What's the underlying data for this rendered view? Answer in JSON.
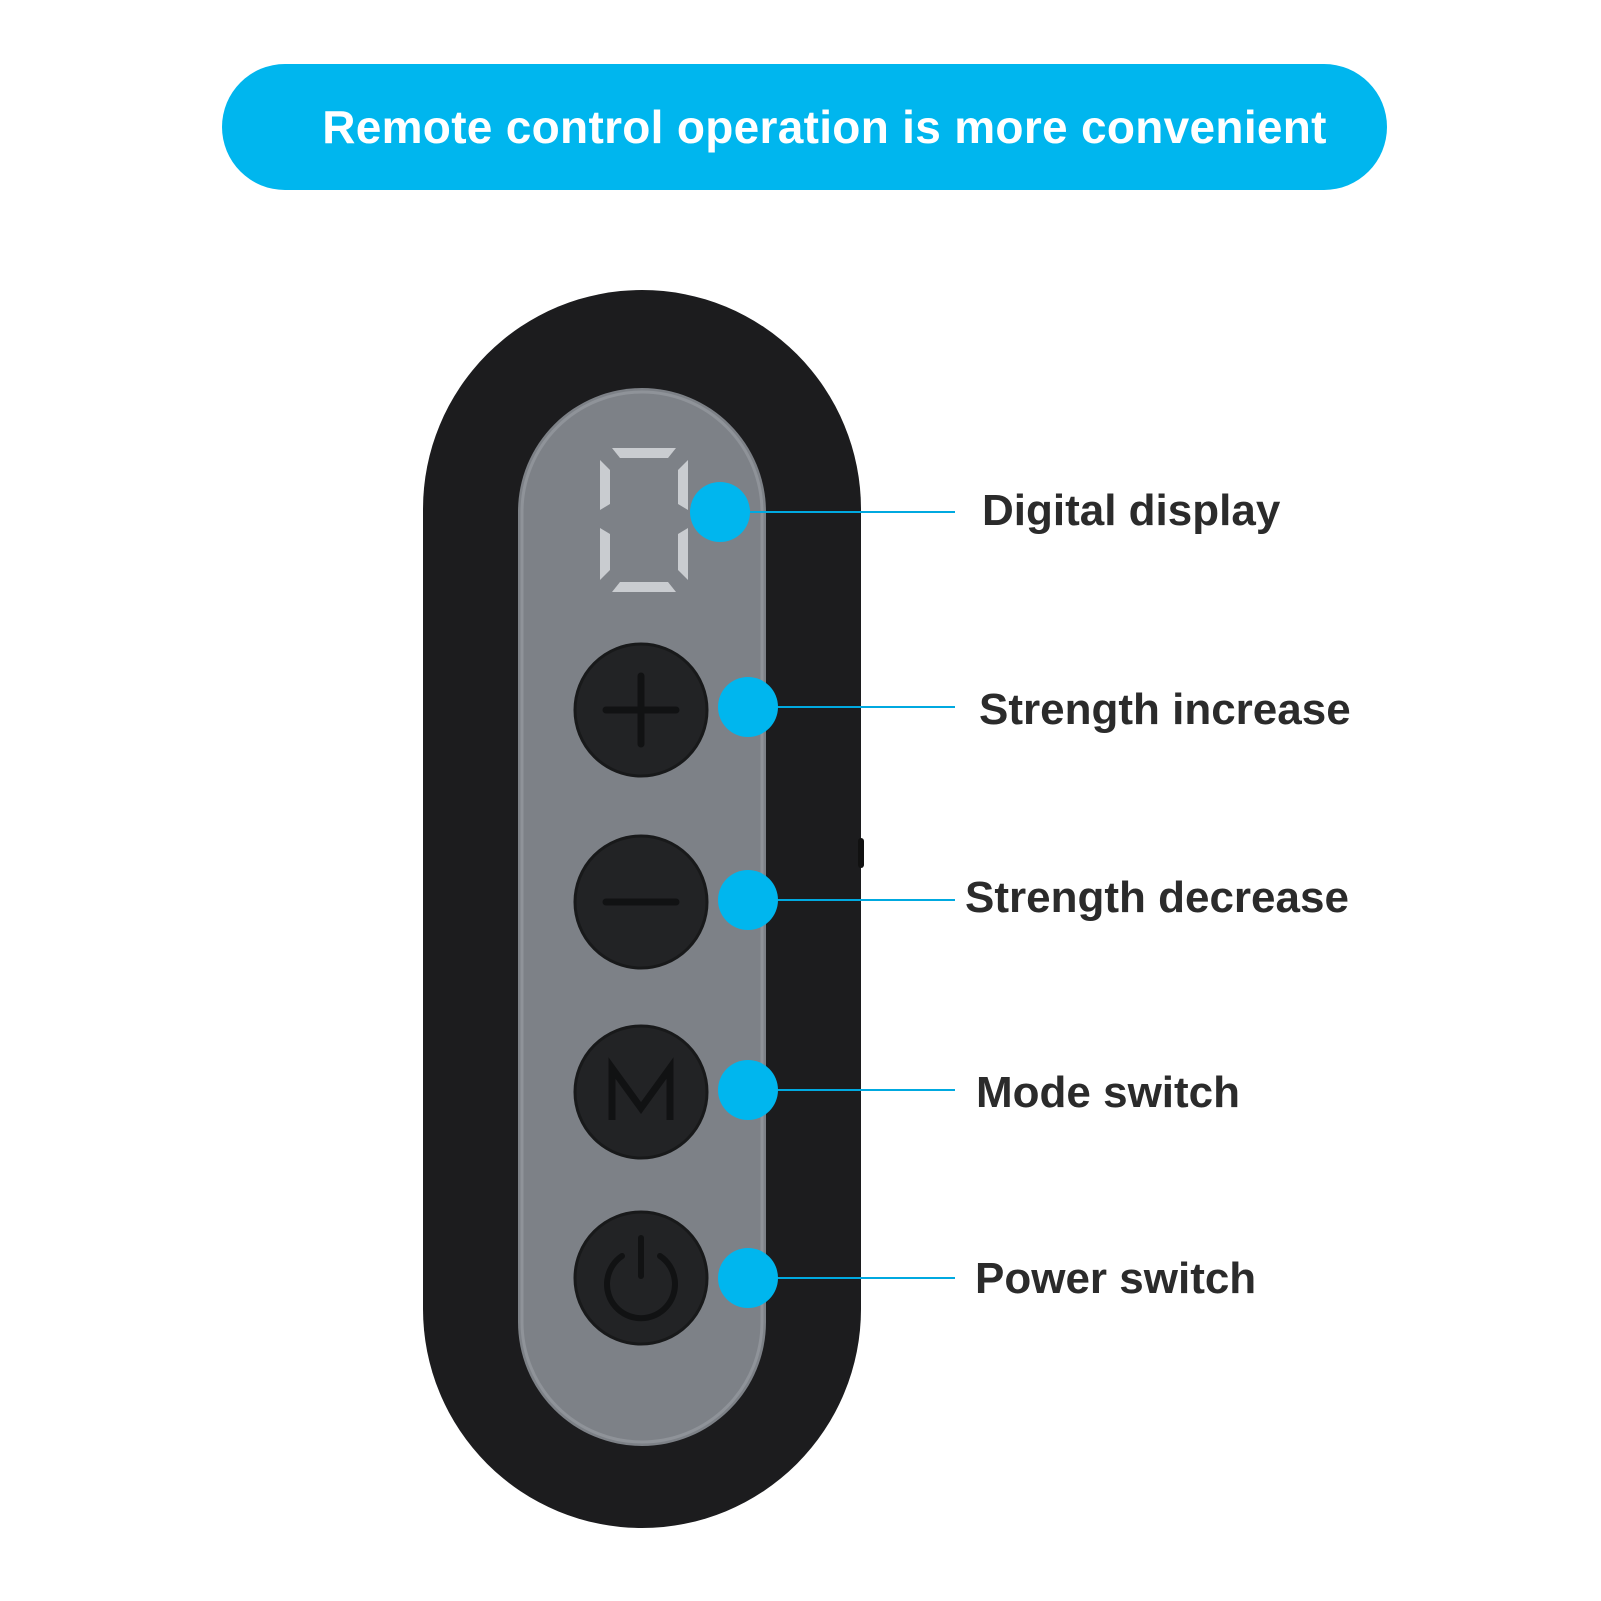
{
  "banner": {
    "text": "Remote control operation is more convenient"
  },
  "display": {
    "reading": "0"
  },
  "buttons": [
    {
      "id": "strength-increase",
      "symbol": "+"
    },
    {
      "id": "strength-decrease",
      "symbol": "−"
    },
    {
      "id": "mode-switch",
      "symbol": "M"
    },
    {
      "id": "power-switch",
      "symbol": "power-icon"
    }
  ],
  "callouts": [
    {
      "label": "Digital display"
    },
    {
      "label": "Strength increase"
    },
    {
      "label": "Strength decrease"
    },
    {
      "label": "Mode switch"
    },
    {
      "label": "Power switch"
    }
  ],
  "colors": {
    "accent": "#00b6ee",
    "device_body": "#1c1c1e",
    "panel": "#7d8187",
    "button": "#222325",
    "label_text": "#2b2b2b"
  }
}
